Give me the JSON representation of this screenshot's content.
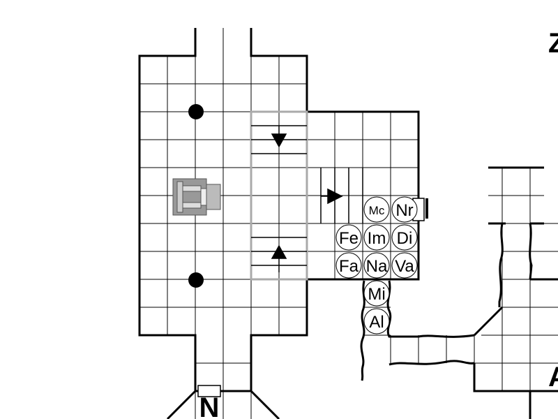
{
  "map_labels": {
    "room_z": "Z",
    "room_n": "N",
    "room_a": "A"
  },
  "tokens": [
    {
      "id": "mc",
      "label": "Mc"
    },
    {
      "id": "nr",
      "label": "Nr"
    },
    {
      "id": "fe",
      "label": "Fe"
    },
    {
      "id": "im",
      "label": "Im"
    },
    {
      "id": "di",
      "label": "Di"
    },
    {
      "id": "fa",
      "label": "Fa"
    },
    {
      "id": "na",
      "label": "Na"
    },
    {
      "id": "va",
      "label": "Va"
    },
    {
      "id": "mi",
      "label": "Mi"
    },
    {
      "id": "al",
      "label": "Al"
    }
  ],
  "features": {
    "pillar_icon": "pillar-icon",
    "stair_arrow_icon": "arrow-icon",
    "altar_icon": "altar-icon",
    "door_icon": "door-icon"
  }
}
